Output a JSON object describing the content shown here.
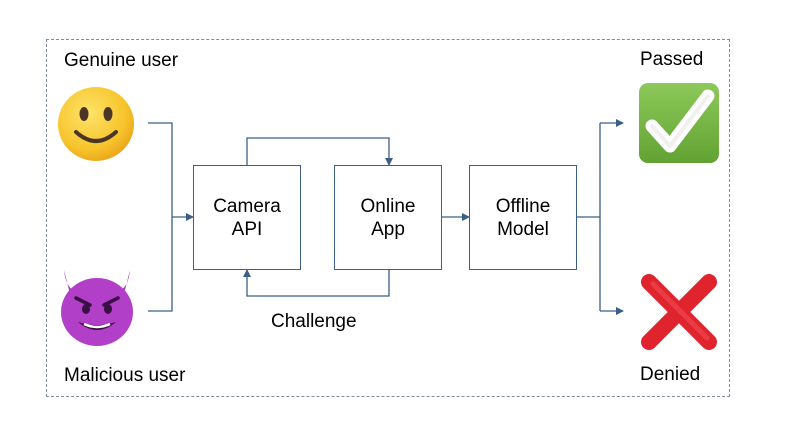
{
  "users": {
    "genuine_label": "Genuine user",
    "malicious_label": "Malicious user",
    "genuine_icon": "smiling-face-icon",
    "malicious_icon": "smiling-devil-icon"
  },
  "nodes": {
    "camera_api": [
      "Camera",
      "API"
    ],
    "online_app": [
      "Online",
      "App"
    ],
    "offline_model": [
      "Offline",
      "Model"
    ]
  },
  "challenge_label": "Challenge",
  "outcomes": {
    "passed_label": "Passed",
    "denied_label": "Denied",
    "passed_icon": "check-mark-button-icon",
    "denied_icon": "cross-mark-icon"
  },
  "colors": {
    "line": "#3b5f86",
    "frame": "#7f8c99",
    "check_green": "#7ab648",
    "cross_red": "#e0242e",
    "smile_yellow": "#f7c42b",
    "devil_purple": "#b23fc7"
  }
}
